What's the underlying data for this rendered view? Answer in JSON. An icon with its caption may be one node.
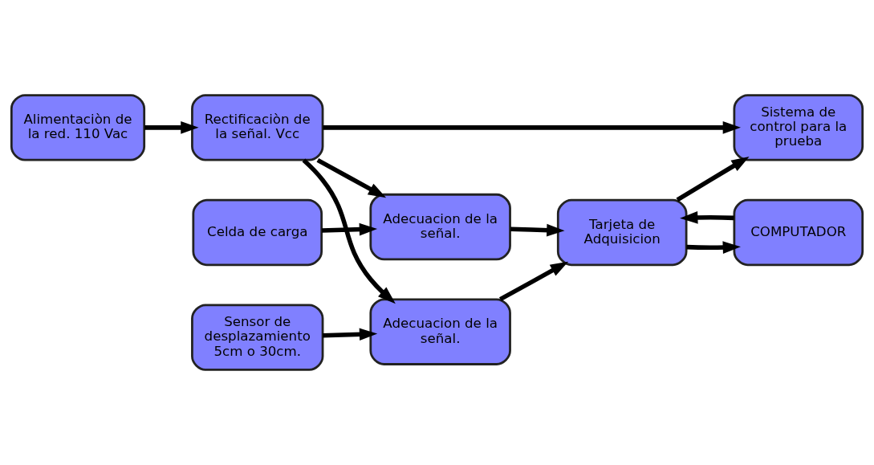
{
  "diagram": {
    "nodes": [
      {
        "text": [
          "Sensor de desplazamiento 5cm o 30cm."
        ]
      },
      {
        "text": [
          "Adecuacion de la señal."
        ]
      },
      {
        "text": [
          "Alimentaciòn de la red. 110 Vac"
        ]
      },
      {
        "text": [
          "Rectificaciòn de la señal. Vcc"
        ]
      },
      {
        "text": [
          "Sistema de control para la prueba"
        ]
      },
      {
        "text": [
          "Tarjeta de Adquisicion"
        ]
      },
      {
        "text": [
          "COMPUTADOR"
        ]
      },
      {
        "text": [
          "Adecuacion de la señal."
        ]
      },
      {
        "text": [
          "Celda de carga"
        ]
      }
    ],
    "edges": [
      {
        "from": 2,
        "to": 3,
        "arrow": "to"
      },
      {
        "from": 3,
        "to": 1,
        "arrow": "to"
      },
      {
        "from": 3,
        "to": 4,
        "arrow": "to"
      },
      {
        "from": 3,
        "to": 7,
        "arrow": "to"
      },
      {
        "from": 0,
        "to": 1,
        "arrow": "to"
      },
      {
        "from": 1,
        "to": 5,
        "arrow": "to"
      },
      {
        "from": 7,
        "to": 5,
        "arrow": "to"
      },
      {
        "from": 8,
        "to": 7,
        "arrow": "to"
      },
      {
        "from": 5,
        "to": 4,
        "arrow": "to"
      },
      {
        "from": 5,
        "to": 6,
        "arrow": "to"
      },
      {
        "from": 6,
        "to": 5,
        "arrow": "to"
      }
    ]
  }
}
